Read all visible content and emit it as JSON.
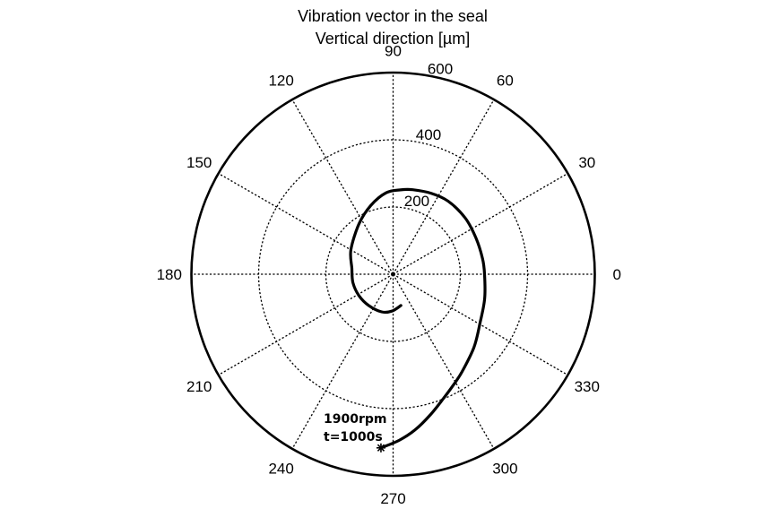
{
  "chart_data": {
    "type": "polar-line",
    "title": "Vibration vector in the seal",
    "subtitle": "Vertical direction [µm]",
    "radial_axis": {
      "range": [
        0,
        600
      ],
      "ticks": [
        200,
        400,
        600
      ],
      "tick_labels": [
        "200",
        "400",
        "600"
      ],
      "unit": "µm",
      "label_angle_deg": 80
    },
    "angular_axis": {
      "ticks_deg": [
        0,
        30,
        60,
        90,
        120,
        150,
        180,
        210,
        240,
        270,
        300,
        330
      ],
      "tick_labels": [
        "0",
        "30",
        "60",
        "90",
        "120",
        "150",
        "180",
        "210",
        "240",
        "270",
        "300",
        "330"
      ],
      "direction": "counterclockwise",
      "zero_at": "east"
    },
    "grid": {
      "on": true,
      "style": "dotted",
      "rings": [
        200,
        400
      ]
    },
    "series": [
      {
        "name": "vibration vector",
        "style": "solid thick black",
        "points_deg_um": [
          [
            284,
            96
          ],
          [
            268,
            110
          ],
          [
            253,
            117
          ],
          [
            232,
            118
          ],
          [
            212,
            120
          ],
          [
            192,
            122
          ],
          [
            172,
            124
          ],
          [
            150,
            145
          ],
          [
            124,
            181
          ],
          [
            108,
            215
          ],
          [
            95,
            243
          ],
          [
            85,
            252
          ],
          [
            77,
            258
          ],
          [
            65,
            266
          ],
          [
            53,
            272
          ],
          [
            38,
            272
          ],
          [
            24,
            269
          ],
          [
            10,
            270
          ],
          [
            0,
            272
          ],
          [
            345,
            282
          ],
          [
            331,
            296
          ],
          [
            318,
            324
          ],
          [
            305,
            356
          ],
          [
            298,
            377
          ],
          [
            292,
            399
          ],
          [
            285,
            432
          ],
          [
            278,
            468
          ],
          [
            272,
            495
          ],
          [
            266,
            518
          ]
        ],
        "end_marker": "asterisk"
      }
    ],
    "annotations": [
      {
        "text": "1900rpm",
        "near_point": [
          266,
          518
        ]
      },
      {
        "text": "t=1000s",
        "near_point": [
          266,
          518
        ]
      }
    ]
  },
  "labels": {
    "title": "Vibration vector in the seal",
    "subtitle": "Vertical direction [µm]",
    "annotation_line1": "1900rpm",
    "annotation_line2": "t=1000s"
  }
}
